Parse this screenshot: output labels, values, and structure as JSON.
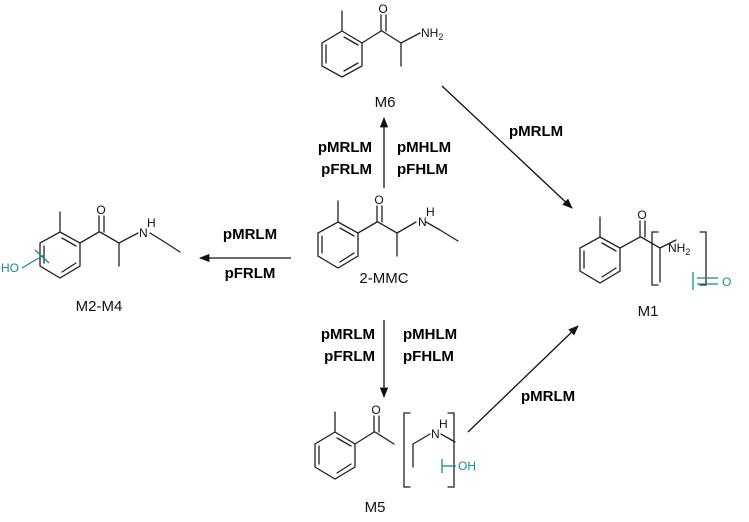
{
  "compounds": {
    "center": "2-MMC",
    "top": "M6",
    "left": "M2-M4",
    "right": "M1",
    "bottom": "M5"
  },
  "atoms": {
    "oxygen": "O",
    "amine_nh2": "NH",
    "nh2_sub": "2",
    "nh": "N",
    "nh_h": "H",
    "hydroxyl_right": "OH",
    "hydroxyl_left": "HO",
    "teal_oxo": "O"
  },
  "enzymes": {
    "up_left": [
      "pMRLM",
      "pFRLM"
    ],
    "up_right": [
      "pMHLM",
      "pFHLM"
    ],
    "left_top": "pMRLM",
    "left_bottom": "pFRLM",
    "down_left": [
      "pMRLM",
      "pFRLM"
    ],
    "down_right": [
      "pMHLM",
      "pFHLM"
    ],
    "m6_to_m1": "pMRLM",
    "m5_to_m1": "pMRLM"
  },
  "colors": {
    "accent": "#1a8a8a",
    "ink": "#111111"
  }
}
